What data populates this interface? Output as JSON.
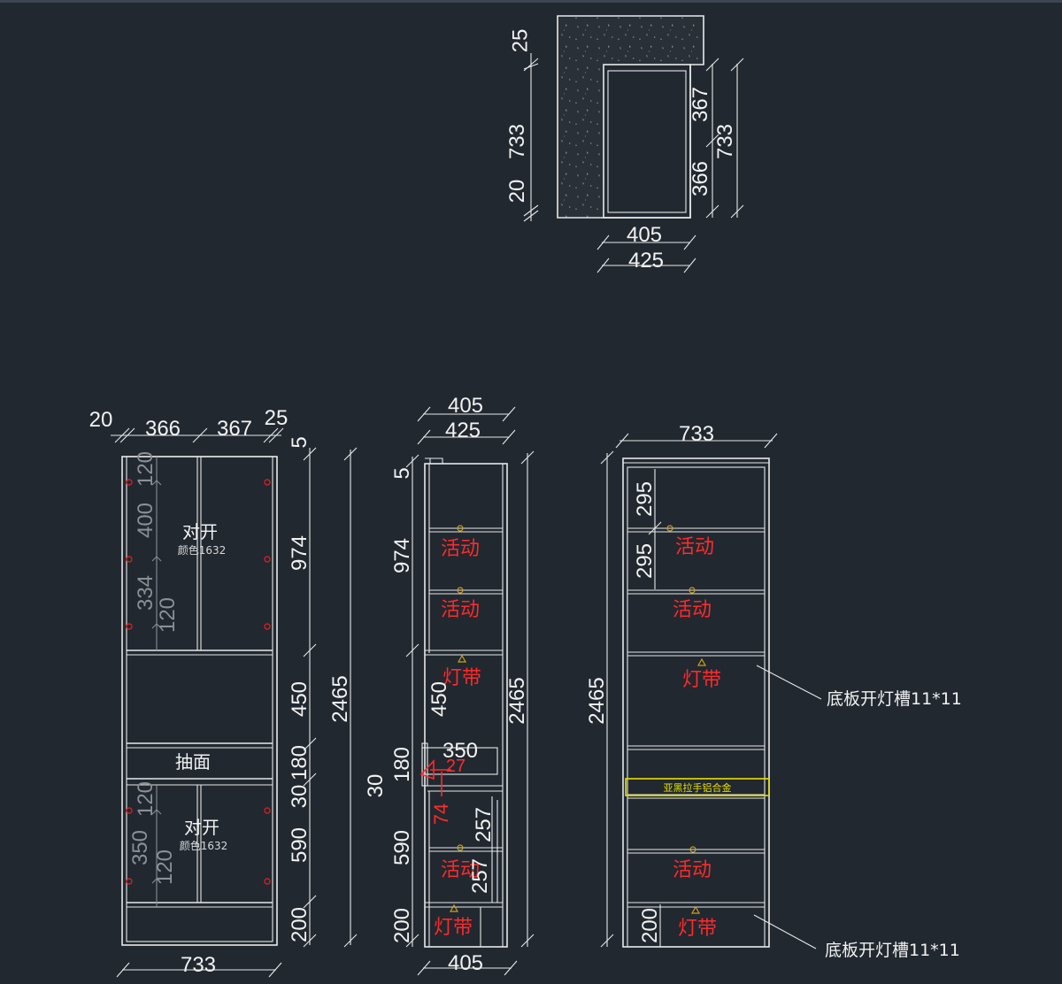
{
  "colors": {
    "background": "#212830",
    "line": "#e8e8e8",
    "text": "#f2f2f2",
    "label_red": "#ff2a2a",
    "highlight_yellow": "#e8e000",
    "hinge_red": "#d02020",
    "dim_gray": "#8c9096"
  },
  "plan": {
    "dims": {
      "top": "25",
      "height": "733",
      "bottom": "20",
      "right_upper": "367",
      "right_lower": "366",
      "right_total": "733",
      "inner_width": "405",
      "outer_width": "425"
    }
  },
  "front": {
    "dims": {
      "left_edge": "20",
      "door_left": "366",
      "door_right": "367",
      "right_edge": "25",
      "top_gap": "5",
      "upper_height": "974",
      "open_height": "450",
      "drawer_height": "180",
      "gap": "30",
      "lower_height": "590",
      "plinth": "200",
      "total_height": "2465",
      "width": "733"
    },
    "hinge_dims": {
      "upper_top": "120",
      "upper_mid": "400",
      "upper_low": "334",
      "upper_bottom": "120",
      "lower_top": "120",
      "lower_mid": "350",
      "lower_bottom": "120"
    },
    "labels": {
      "upper_door": "对开",
      "upper_color": "颜色1632",
      "drawer": "抽面",
      "lower_door": "对开",
      "lower_color": "颜色1632"
    }
  },
  "side": {
    "dims": {
      "inner_depth": "405",
      "outer_depth": "425",
      "top_gap": "5",
      "upper_height": "974",
      "open_height": "450",
      "drawer_height": "180",
      "gap": "30",
      "lower_height": "590",
      "plinth": "200",
      "total_height": "2465",
      "bottom_depth": "405",
      "drawer_depth": "350",
      "drawer_small": "27",
      "drawer_vert": "74",
      "shelf_upper": "257",
      "shelf_lower": "257"
    },
    "labels": {
      "shelf1": "活动",
      "shelf2": "活动",
      "light1": "灯带",
      "shelf3": "活动",
      "light2": "灯带"
    }
  },
  "section": {
    "dims": {
      "width": "733",
      "shelf_upper": "295",
      "shelf_lower": "295",
      "total_height": "2465",
      "plinth": "200"
    },
    "labels": {
      "shelf1": "活动",
      "shelf2": "活动",
      "light1": "灯带",
      "yellow_bar": "亚黑拉手铝合金",
      "shelf3": "活动",
      "light2": "灯带"
    },
    "notes": {
      "upper": "底板开灯槽11*11",
      "lower": "底板开灯槽11*11"
    }
  }
}
